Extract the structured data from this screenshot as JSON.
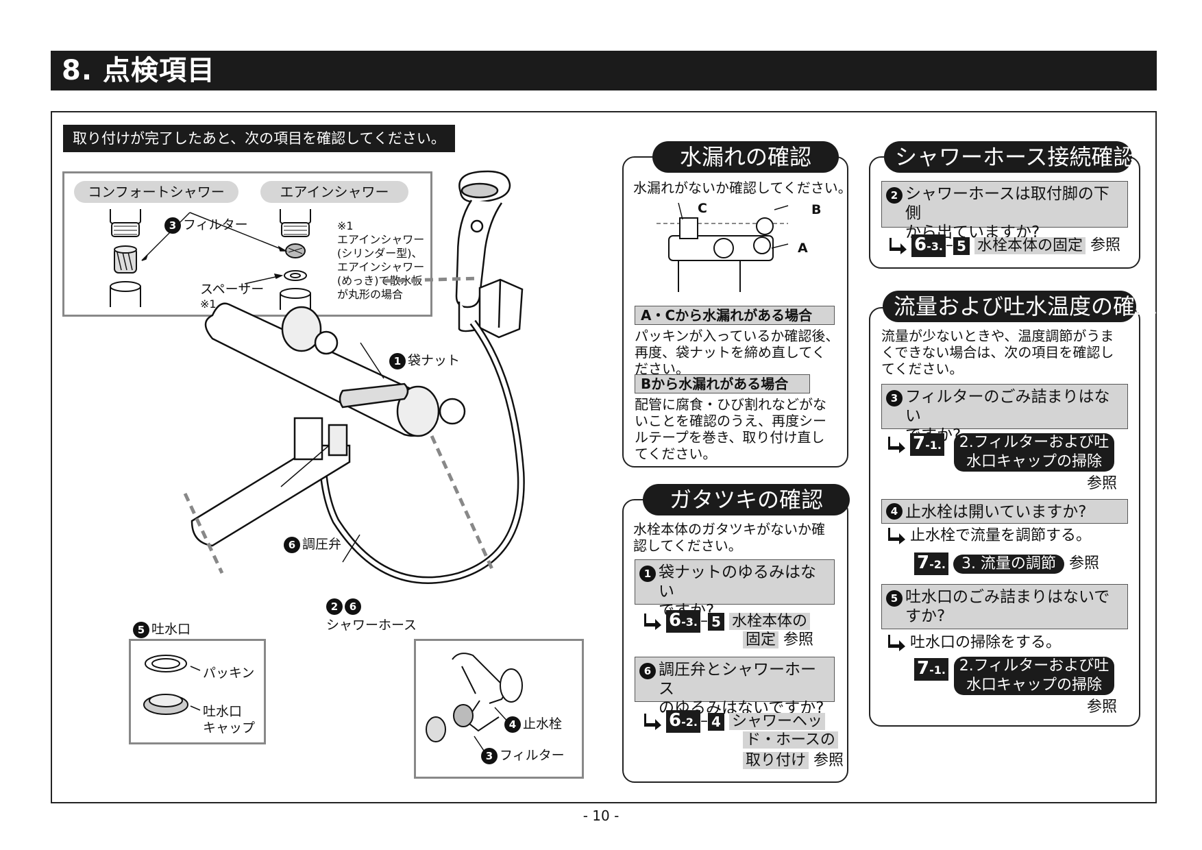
{
  "header": {
    "title": "8. 点検項目"
  },
  "intro": "取り付けが完了したあと、次の項目を確認してください。",
  "diagram": {
    "comfort_shower": "コンフォートシャワー",
    "airin_shower": "エアインシャワー",
    "filter_label": "フィルター",
    "filter_num": "3",
    "note_mark": "※1",
    "note_lines": [
      "エアインシャワー",
      "(シリンダー型)、",
      "エアインシャワー",
      "(めっき)で散水板",
      "が丸形の場合"
    ],
    "spacer": "スペーサー",
    "spacer_note": "※1",
    "nut_num": "1",
    "nut_label": "袋ナット",
    "valve_num": "6",
    "valve_label": "調圧弁",
    "hose_nums": "2 6",
    "hose_label": "シャワーホース",
    "spout_num": "5",
    "spout_label": "吐水口",
    "packing": "パッキン",
    "spout_cap_1": "吐水口",
    "spout_cap_2": "キャップ",
    "stop_num": "4",
    "stop_label": "止水栓",
    "filter2_num": "3",
    "filter2_label": "フィルター"
  },
  "leak": {
    "title": "水漏れの確認",
    "text": "水漏れがないか確認してください。",
    "label_a": "A",
    "label_b": "B",
    "label_c": "C",
    "ac_head": "A・Cから水漏れがある場合",
    "ac_text": [
      "パッキンが入っているか確認後、",
      "再度、袋ナットを締め直してく",
      "ださい。"
    ],
    "b_head": "Bから水漏れがある場合",
    "b_text": [
      "配管に腐食・ひび割れなどがな",
      "いことを確認のうえ、再度シー",
      "ルテープを巻き、取り付け直し",
      "てください。"
    ]
  },
  "gata": {
    "title": "ガタツキの確認",
    "text": [
      "水栓本体のガタツキがないか確",
      "認してください。"
    ],
    "q1_num": "1",
    "q1": [
      "袋ナットのゆるみはない",
      "ですか?"
    ],
    "r1_main": "6",
    "r1_sub": "-3.",
    "r1_sq": "5",
    "r1_txt1": "水栓本体の",
    "r1_txt2": "固定",
    "r1_ref": "参照",
    "q2_num": "6",
    "q2": [
      "調圧弁とシャワーホース",
      "のゆるみはないですか?"
    ],
    "r2_main": "6",
    "r2_sub": "-2.",
    "r2_sq": "4",
    "r2_txt1": "シャワーヘッ",
    "r2_txt2": "ド・ホースの",
    "r2_txt3": "取り付け",
    "r2_ref": "参照"
  },
  "hose": {
    "title": "シャワーホース接続確認",
    "q_num": "2",
    "q": [
      "シャワーホースは取付脚の下側",
      "から出ていますか?"
    ],
    "r_main": "6",
    "r_sub": "-3.",
    "r_sq": "5",
    "r_txt": "水栓本体の固定",
    "r_ref": "参照"
  },
  "flow": {
    "title": "流量および吐水温度の確認",
    "text": [
      "流量が少ないときや、温度調節がうま",
      "くできない場合は、次の項目を確認し",
      "てください。"
    ],
    "q3_num": "3",
    "q3": [
      "フィルターのごみ詰まりはない",
      "ですか?"
    ],
    "r3_main": "7",
    "r3_sub": "-1.",
    "r3_pill": [
      "2.フィルターおよび吐",
      "水口キャップの掃除"
    ],
    "r3_ref": "参照",
    "q4_num": "4",
    "q4": "止水栓は開いていますか?",
    "a4": "止水栓で流量を調節する。",
    "r4_main": "7",
    "r4_sub": "-2.",
    "r4_pill": "3. 流量の調節",
    "r4_ref": "参照",
    "q5_num": "5",
    "q5": [
      "吐水口のごみ詰まりはないで",
      "すか?"
    ],
    "a5": "吐水口の掃除をする。",
    "r5_main": "7",
    "r5_sub": "-1.",
    "r5_pill": [
      "2.フィルターおよび吐",
      "水口キャップの掃除"
    ],
    "r5_ref": "参照"
  },
  "page_number": "- 10 -"
}
